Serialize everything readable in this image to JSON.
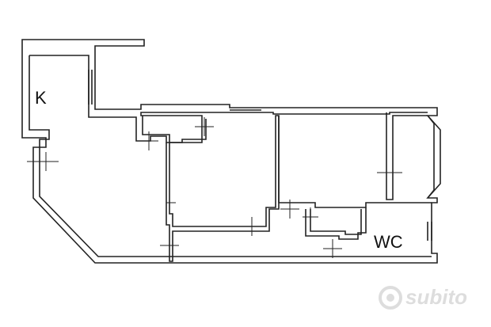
{
  "floorplan": {
    "rooms": [
      {
        "id": "kitchen",
        "label": "K"
      },
      {
        "id": "wc",
        "label": "WC"
      }
    ],
    "colors": {
      "wall": "#222222",
      "background": "#ffffff",
      "watermark": "#888888"
    }
  },
  "watermark": {
    "text": "subito",
    "icon": "subito-logo-icon"
  }
}
